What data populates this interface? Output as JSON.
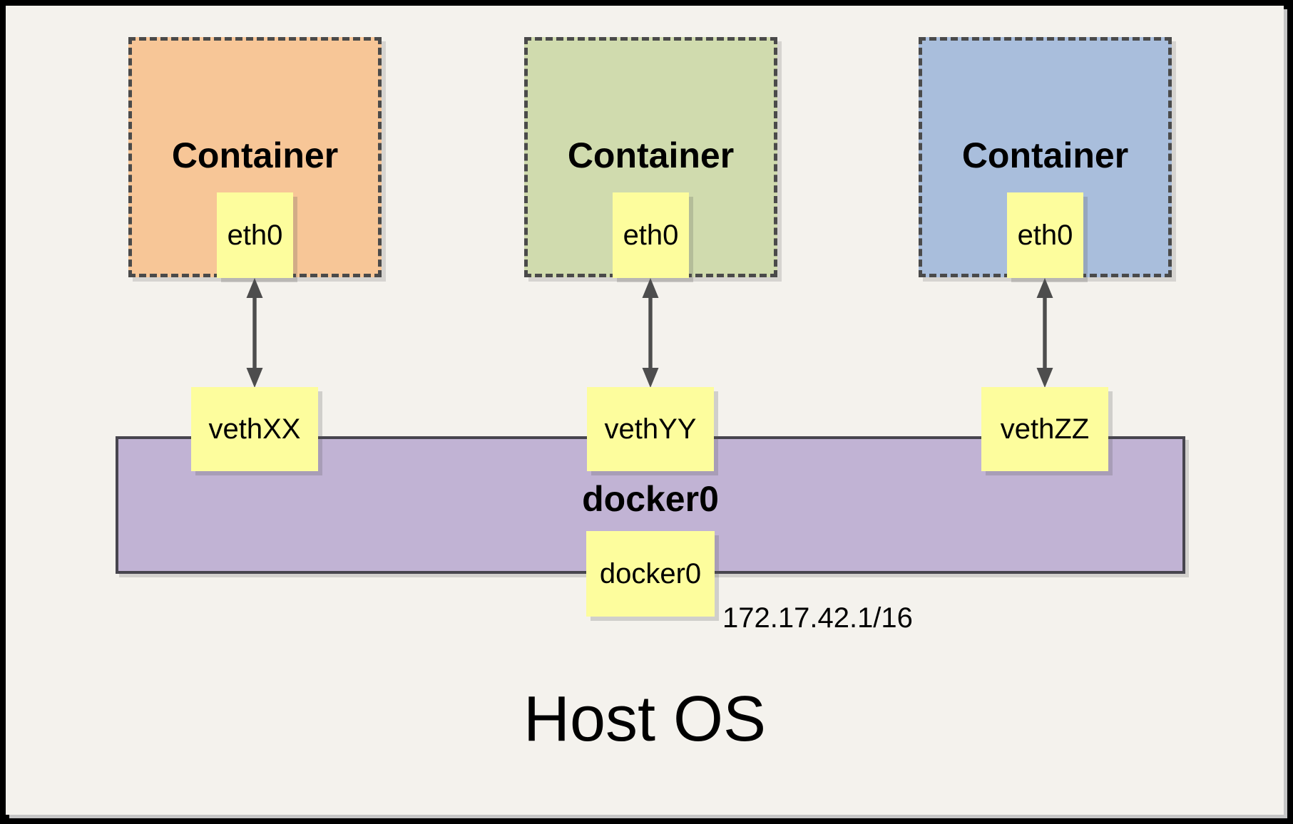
{
  "containers": [
    {
      "title": "Container",
      "interface_label": "eth0",
      "veth_label": "vethXX",
      "fill": "#F7C697"
    },
    {
      "title": "Container",
      "interface_label": "eth0",
      "veth_label": "vethYY",
      "fill": "#D0DBAE"
    },
    {
      "title": "Container",
      "interface_label": "eth0",
      "veth_label": "vethZZ",
      "fill": "#A9BEDC"
    }
  ],
  "bridge": {
    "title": "docker0",
    "interface_label": "docker0",
    "ip_label": "172.17.42.1/16",
    "fill": "#C1B3D4"
  },
  "host": {
    "label": "Host OS"
  },
  "colors": {
    "page_background": "#F4F2ED",
    "note_yellow": "#FDFD9D",
    "bridge_purple": "#C1B3D4",
    "arrow_gray": "#4D4D4D",
    "dashed_border": "#4A4A4A",
    "frame_black": "#000000"
  }
}
